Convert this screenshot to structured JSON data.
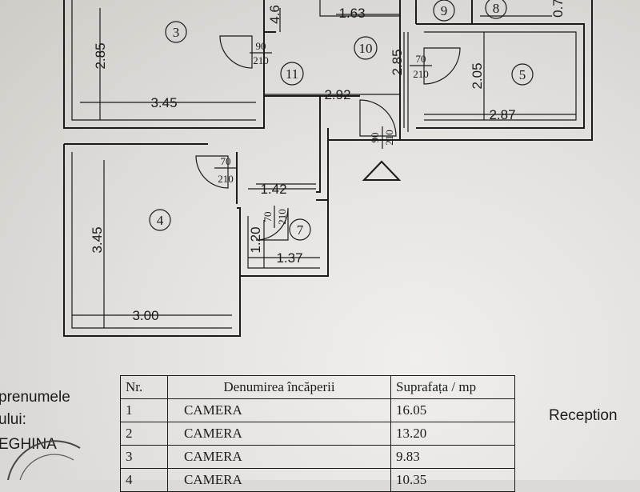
{
  "floor_plan": {
    "dimensions": {
      "room3_height": "2.85",
      "room3_width": "3.45",
      "top_partial": "4.6",
      "hall_top": "1.63",
      "room10_width": "2.92",
      "room10_height": "2.85",
      "room5_height": "2.05",
      "room5_width": "2.87",
      "room7_depth": "1.42",
      "room7_height": "1.20",
      "room7_width": "1.37",
      "room4_height": "3.45",
      "room4_width": "3.00",
      "top_right_partial": "0.7"
    },
    "doors": {
      "d11_w": "90",
      "d11_h": "210",
      "d5_w": "70",
      "d5_h": "210",
      "dentry_w": "90",
      "dentry_h": "210",
      "d4_w": "70",
      "d4_h": "210",
      "d7_w": "70",
      "d7_h": "210"
    },
    "room_numbers": {
      "r3": "3",
      "r4": "4",
      "r5": "5",
      "r7": "7",
      "r8": "8",
      "r9": "9",
      "r10": "10",
      "r11": "11"
    }
  },
  "owner_label": {
    "line1": "prenumele",
    "line2": "ului:",
    "line3": "EGHINA"
  },
  "reception_label": "Reception",
  "room_table": {
    "headers": [
      "Nr.",
      "Denumirea încăperii",
      "Suprafața / mp"
    ],
    "rows": [
      [
        "1",
        "CAMERA",
        "16.05"
      ],
      [
        "2",
        "CAMERA",
        "13.20"
      ],
      [
        "3",
        "CAMERA",
        "9.83"
      ],
      [
        "4",
        "CAMERA",
        "10.35"
      ]
    ]
  }
}
